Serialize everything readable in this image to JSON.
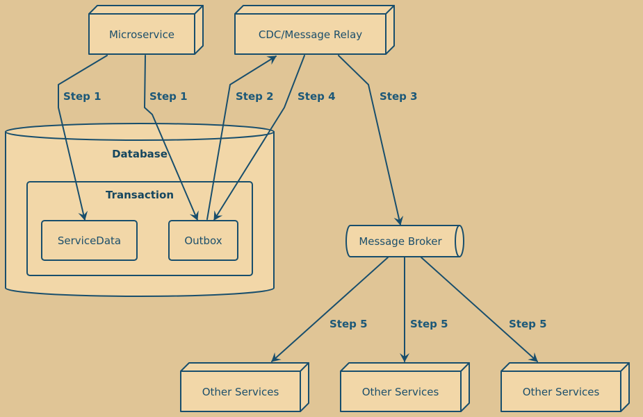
{
  "nodes": {
    "microservice": "Microservice",
    "cdc_relay": "CDC/Message Relay",
    "database": "Database",
    "transaction": "Transaction",
    "service_data": "ServiceData",
    "outbox": "Outbox",
    "message_broker": "Message Broker",
    "other_services_1": "Other Services",
    "other_services_2": "Other Services",
    "other_services_3": "Other Services"
  },
  "edges": {
    "e1": "Step 1",
    "e2": "Step 1",
    "e3": "Step 2",
    "e4": "Step 4",
    "e5": "Step 3",
    "e6": "Step 5",
    "e7": "Step 5",
    "e8": "Step 5"
  },
  "colors": {
    "background": "#e0c596",
    "node_fill": "#f2d7a8",
    "stroke": "#184e6c"
  }
}
